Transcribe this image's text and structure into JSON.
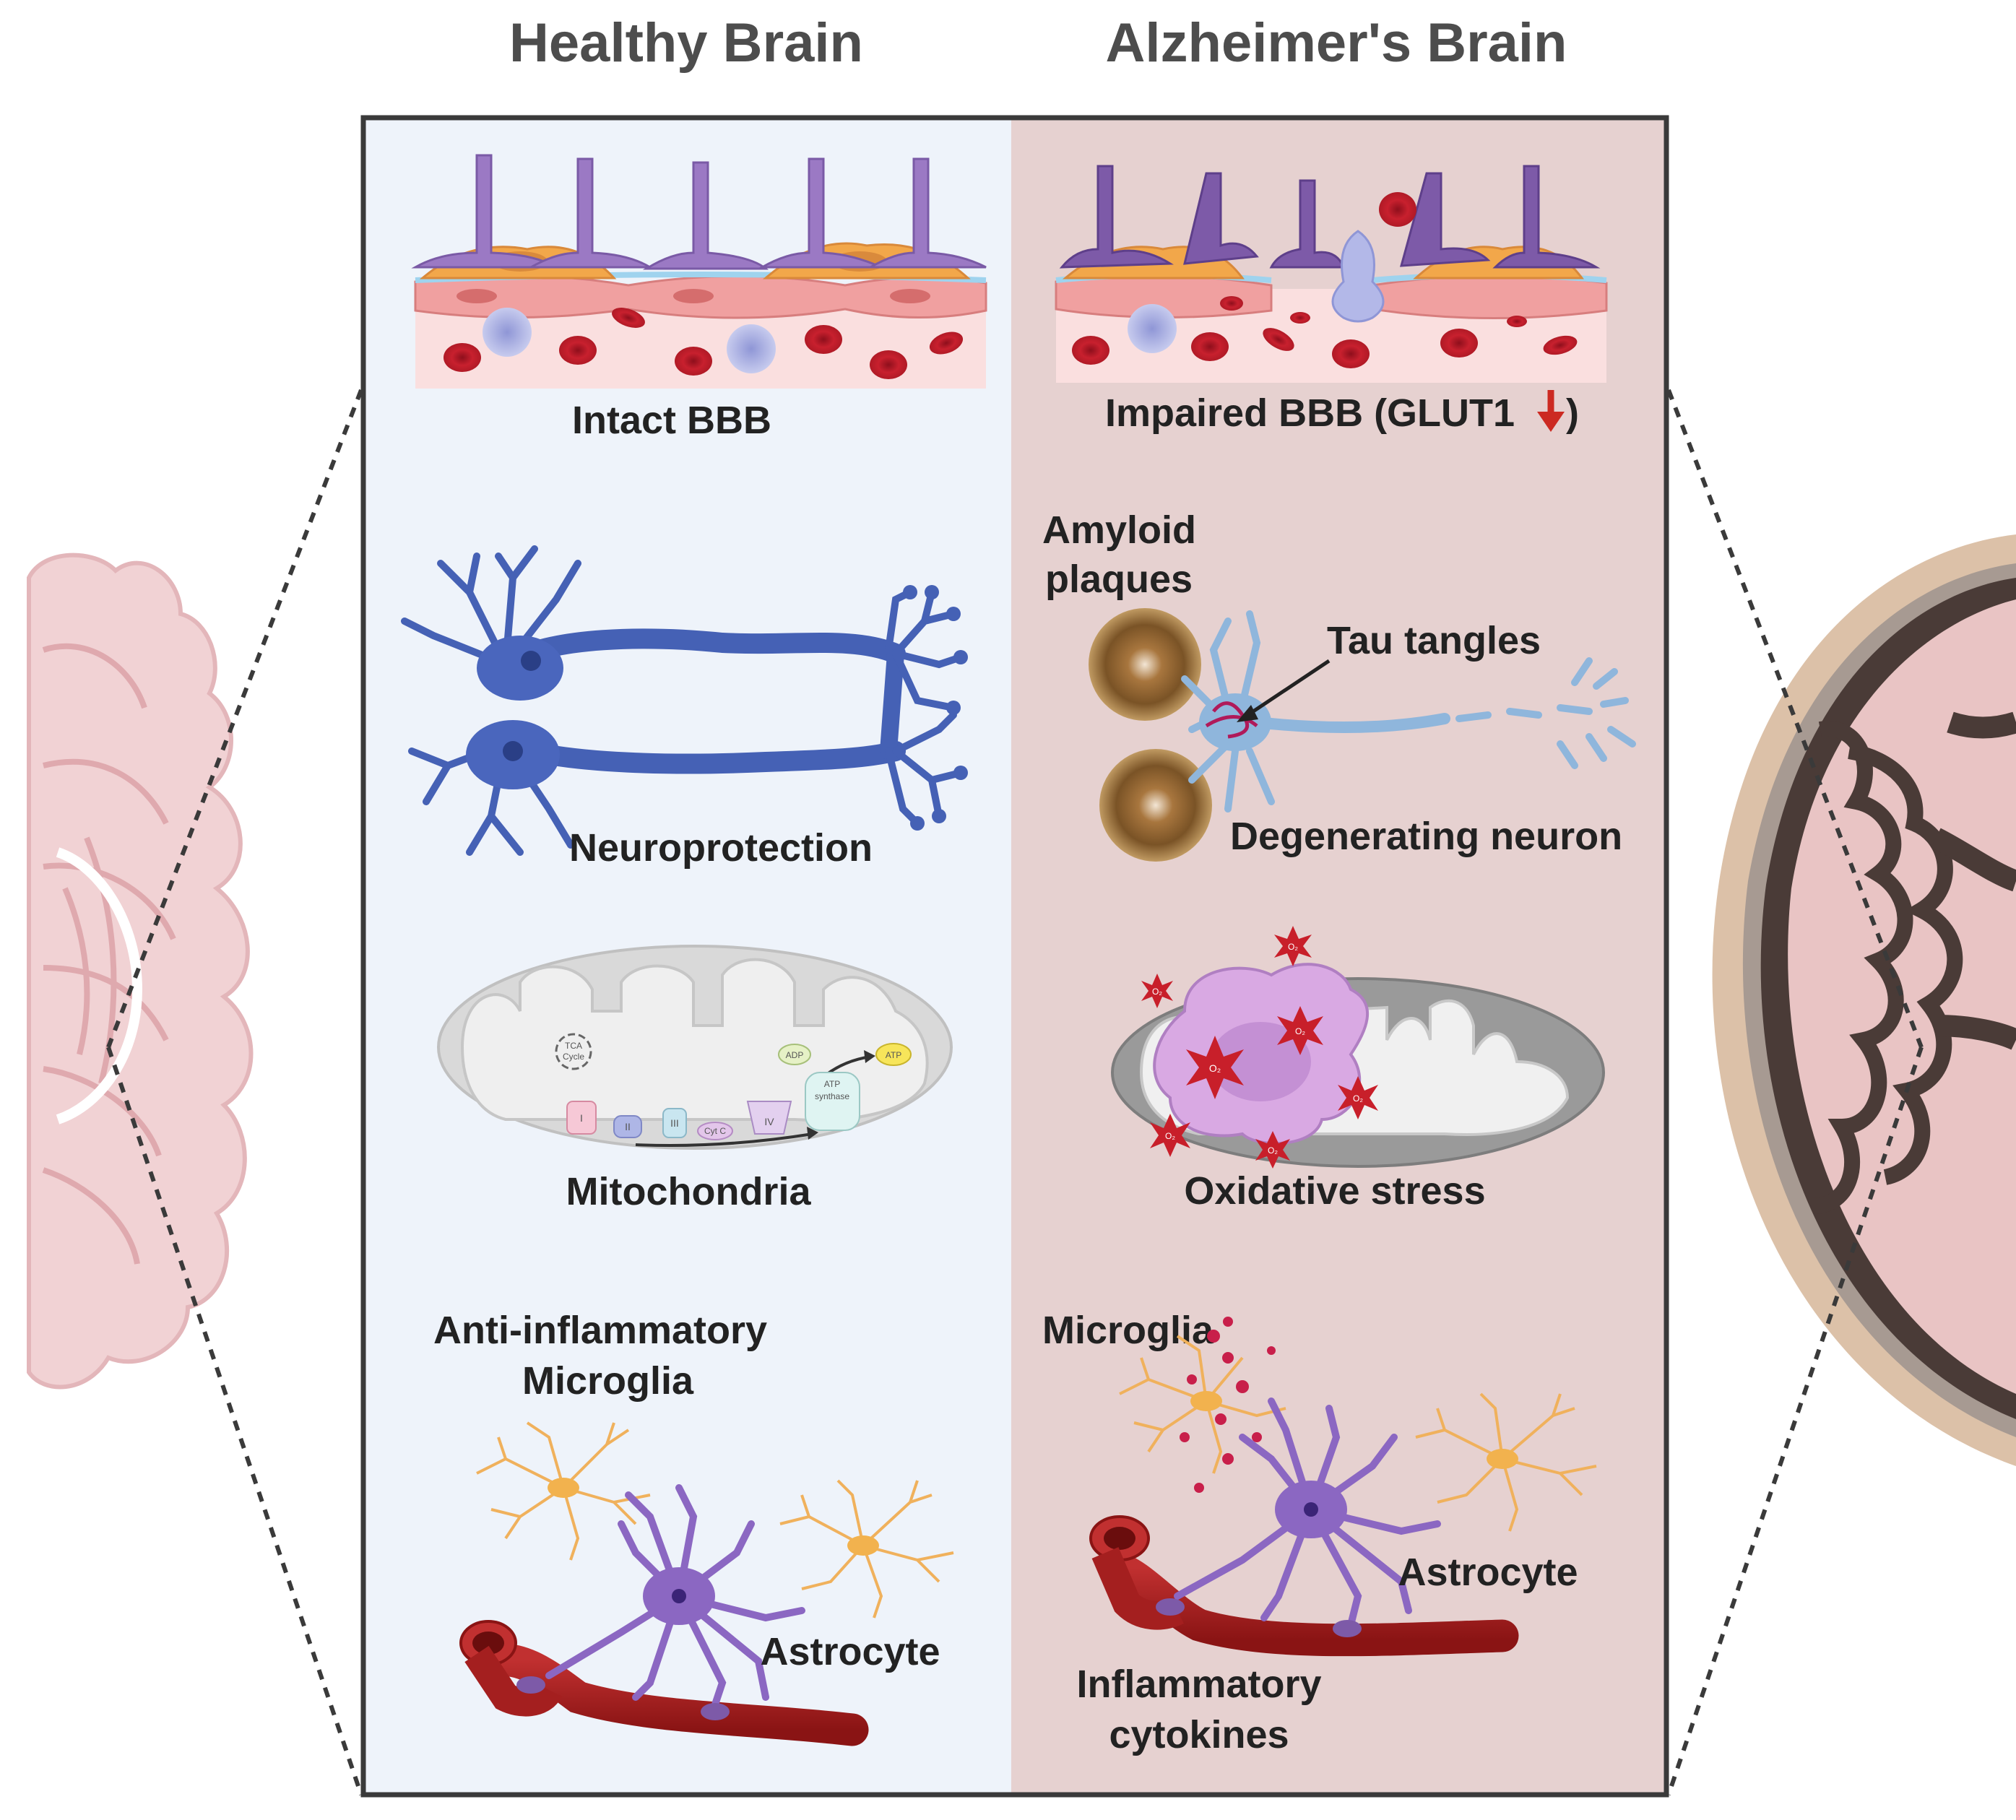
{
  "headers": {
    "left": "Healthy Brain",
    "right": "Alzheimer's Brain"
  },
  "healthy": {
    "bbb": "Intact BBB",
    "neuron": "Neuroprotection",
    "mito": "Mitochondria",
    "microglia_1": "Anti-inflammatory",
    "microglia_2": "Microglia",
    "astrocyte": "Astrocyte",
    "mito_parts": {
      "tca_1": "TCA",
      "tca_2": "Cycle",
      "adp": "ADP",
      "atp": "ATP",
      "synthase_1": "ATP",
      "synthase_2": "synthase",
      "c1": "I",
      "c2": "II",
      "c3": "III",
      "cytc": "Cyt C",
      "c4": "IV"
    }
  },
  "alz": {
    "bbb": "Impaired BBB (GLUT1",
    "bbb_close": ")",
    "amyloid_1": "Amyloid",
    "amyloid_2": "plaques",
    "tau": "Tau tangles",
    "degenerating": "Degenerating neuron",
    "oxidative": "Oxidative stress",
    "microglia": "Microglia",
    "astrocyte": "Astrocyte",
    "cytokines_1": "Inflammatory",
    "cytokines_2": "cytokines",
    "ros": "O₂"
  },
  "colors": {
    "left_panel": "#eef3fa",
    "right_panel": "#e6d1d0",
    "arrow_red": "#cc2a22"
  }
}
